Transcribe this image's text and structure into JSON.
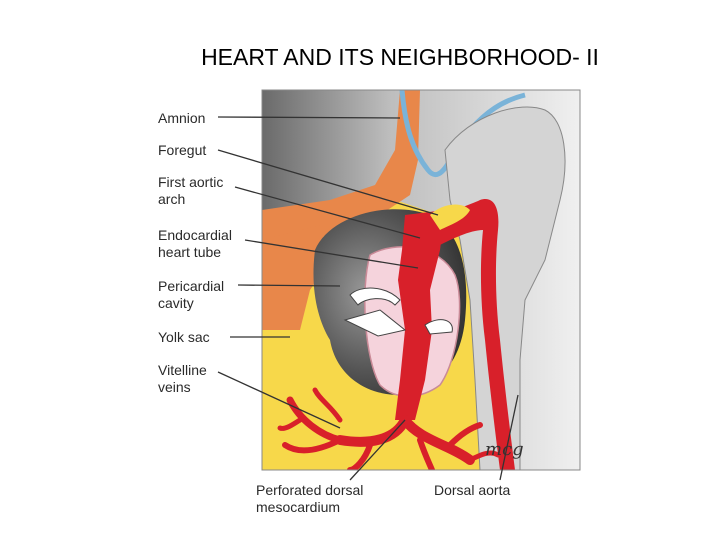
{
  "slide": {
    "title": "HEART AND ITS NEIGHBORHOOD- II"
  },
  "labels": {
    "amnion": "Amnion",
    "foregut": "Foregut",
    "first_aortic_arch_1": "First aortic",
    "first_aortic_arch_2": "arch",
    "endocardial_1": "Endocardial",
    "endocardial_2": "heart tube",
    "pericardial_1": "Pericardial",
    "pericardial_2": "cavity",
    "yolk_sac": "Yolk sac",
    "vitelline_1": "Vitelline",
    "vitelline_2": "veins",
    "perforated_1": "Perforated dorsal",
    "perforated_2": "mesocardium",
    "dorsal_aorta": "Dorsal aorta",
    "signature": "mcg"
  },
  "colors": {
    "yolk": "#f7d84a",
    "orange": "#e8874a",
    "red": "#d8202a",
    "gray_dark": "#4c4c4c",
    "gray_light": "#d9d9d9",
    "blue": "#7ab3d8",
    "pink": "#f5d3dc"
  }
}
